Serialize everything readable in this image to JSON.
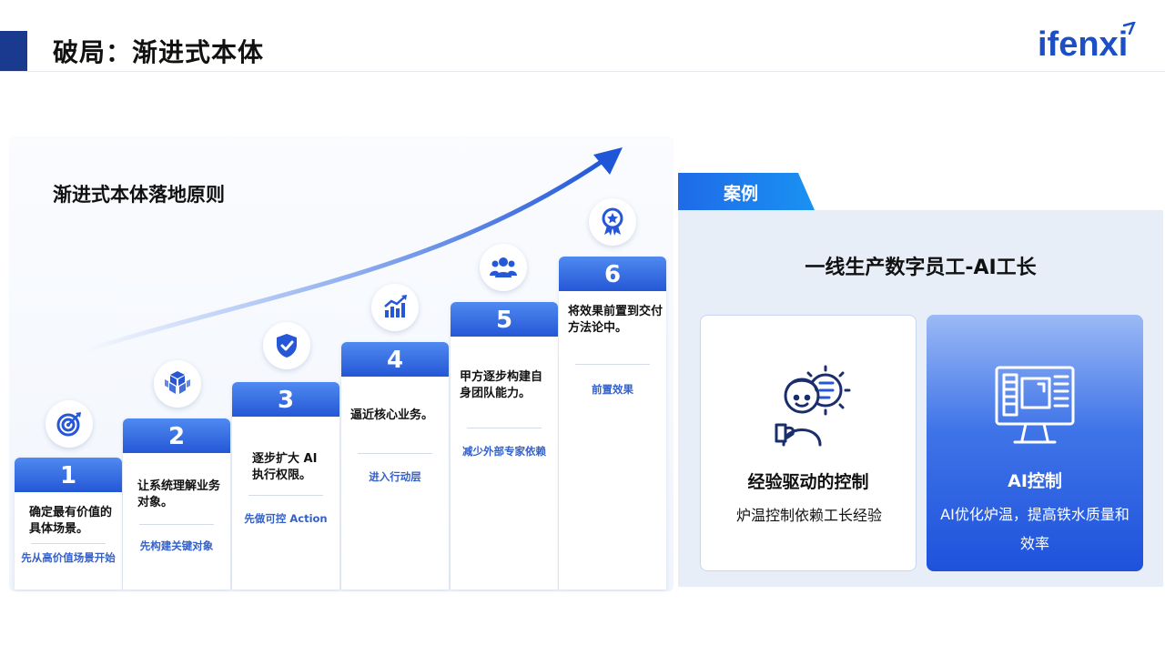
{
  "header": {
    "title": "破局：渐进式本体",
    "logo_text": "ifenxi"
  },
  "principles": {
    "title": "渐进式本体落地原则",
    "steps": [
      {
        "number": "1",
        "desc": "确定最有价值的具体场景。",
        "note": "先从高价值场景开始",
        "icon": "target-icon"
      },
      {
        "number": "2",
        "desc": "让系统理解业务对象。",
        "note": "先构建关键对象",
        "icon": "cubes-icon"
      },
      {
        "number": "3",
        "desc": "逐步扩大 AI 执行权限。",
        "note": "先做可控 Action",
        "icon": "shield-check-icon"
      },
      {
        "number": "4",
        "desc": "逼近核心业务。",
        "note": "进入行动层",
        "icon": "bar-chart-icon"
      },
      {
        "number": "5",
        "desc": "甲方逐步构建自身团队能力。",
        "note": "减少外部专家依赖",
        "icon": "team-icon"
      },
      {
        "number": "6",
        "desc": "将效果前置到交付方法论中。",
        "note": "前置效果",
        "icon": "award-badge-icon"
      }
    ]
  },
  "case": {
    "tab_label": "案例",
    "title": "一线生产数字员工-AI工长",
    "cards": [
      {
        "title": "经验驱动的控制",
        "desc": "炉温控制依赖工长经验",
        "icon": "worker-gear-icon"
      },
      {
        "title": "AI控制",
        "desc": "AI优化炉温，提高铁水质量和效率",
        "icon": "computer-dashboard-icon"
      }
    ]
  },
  "colors": {
    "brand_blue": "#2557d6",
    "header_bar": "#1a3a8f",
    "note_blue": "#3360c9"
  }
}
